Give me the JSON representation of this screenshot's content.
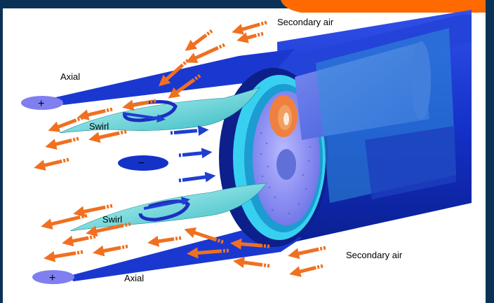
{
  "labels": {
    "secondary_air_top": "Secondary air",
    "secondary_air_bottom": "Secondary air",
    "axial_top": "Axial",
    "axial_bottom": "Axial",
    "swirl_top": "Swirl",
    "swirl_bottom": "Swirl",
    "plus_top": "+",
    "plus_bottom": "+",
    "minus_center": "−"
  },
  "colors": {
    "frame_dark": "#0b3256",
    "accent_orange": "#ff6a00",
    "burner_blue": "#1431c8",
    "burner_dark": "#0c1f8a",
    "ring_cyan": "#38d0f0",
    "swirl_teal": "#35c8c8",
    "flow_arrow": "#1e3fd0",
    "air_arrow": "#f07020",
    "sign_ellipse": "#7f7ff0",
    "nozzle_orange": "#f08040"
  }
}
